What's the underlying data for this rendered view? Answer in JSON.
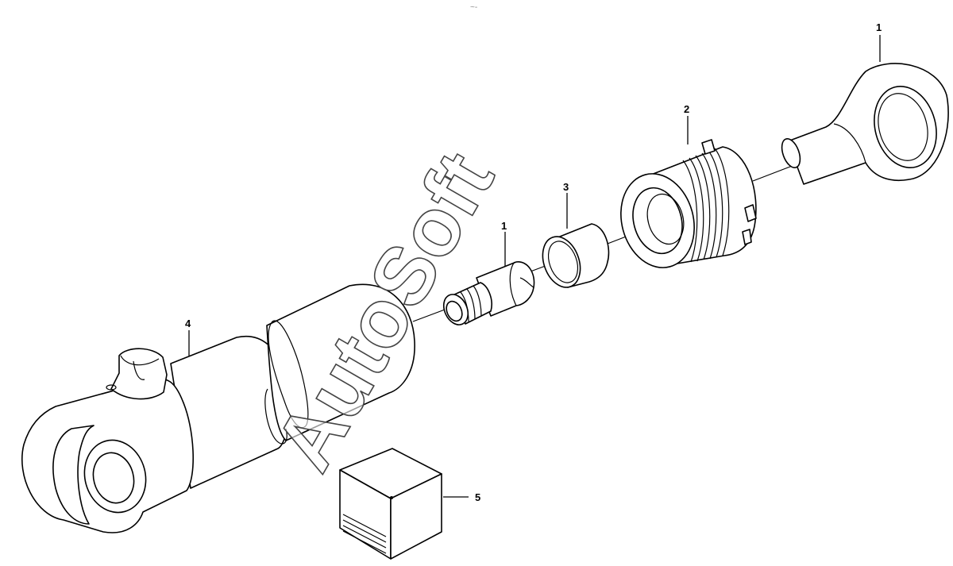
{
  "watermark": {
    "text": "AutoSoft"
  },
  "top_mark": {
    "text": "~-"
  },
  "callouts": [
    {
      "id": "label-1-eye",
      "text": "1"
    },
    {
      "id": "label-2",
      "text": "2"
    },
    {
      "id": "label-3",
      "text": "3"
    },
    {
      "id": "label-1-rod",
      "text": "1"
    },
    {
      "id": "label-4",
      "text": "4"
    },
    {
      "id": "label-5",
      "text": "5"
    }
  ]
}
